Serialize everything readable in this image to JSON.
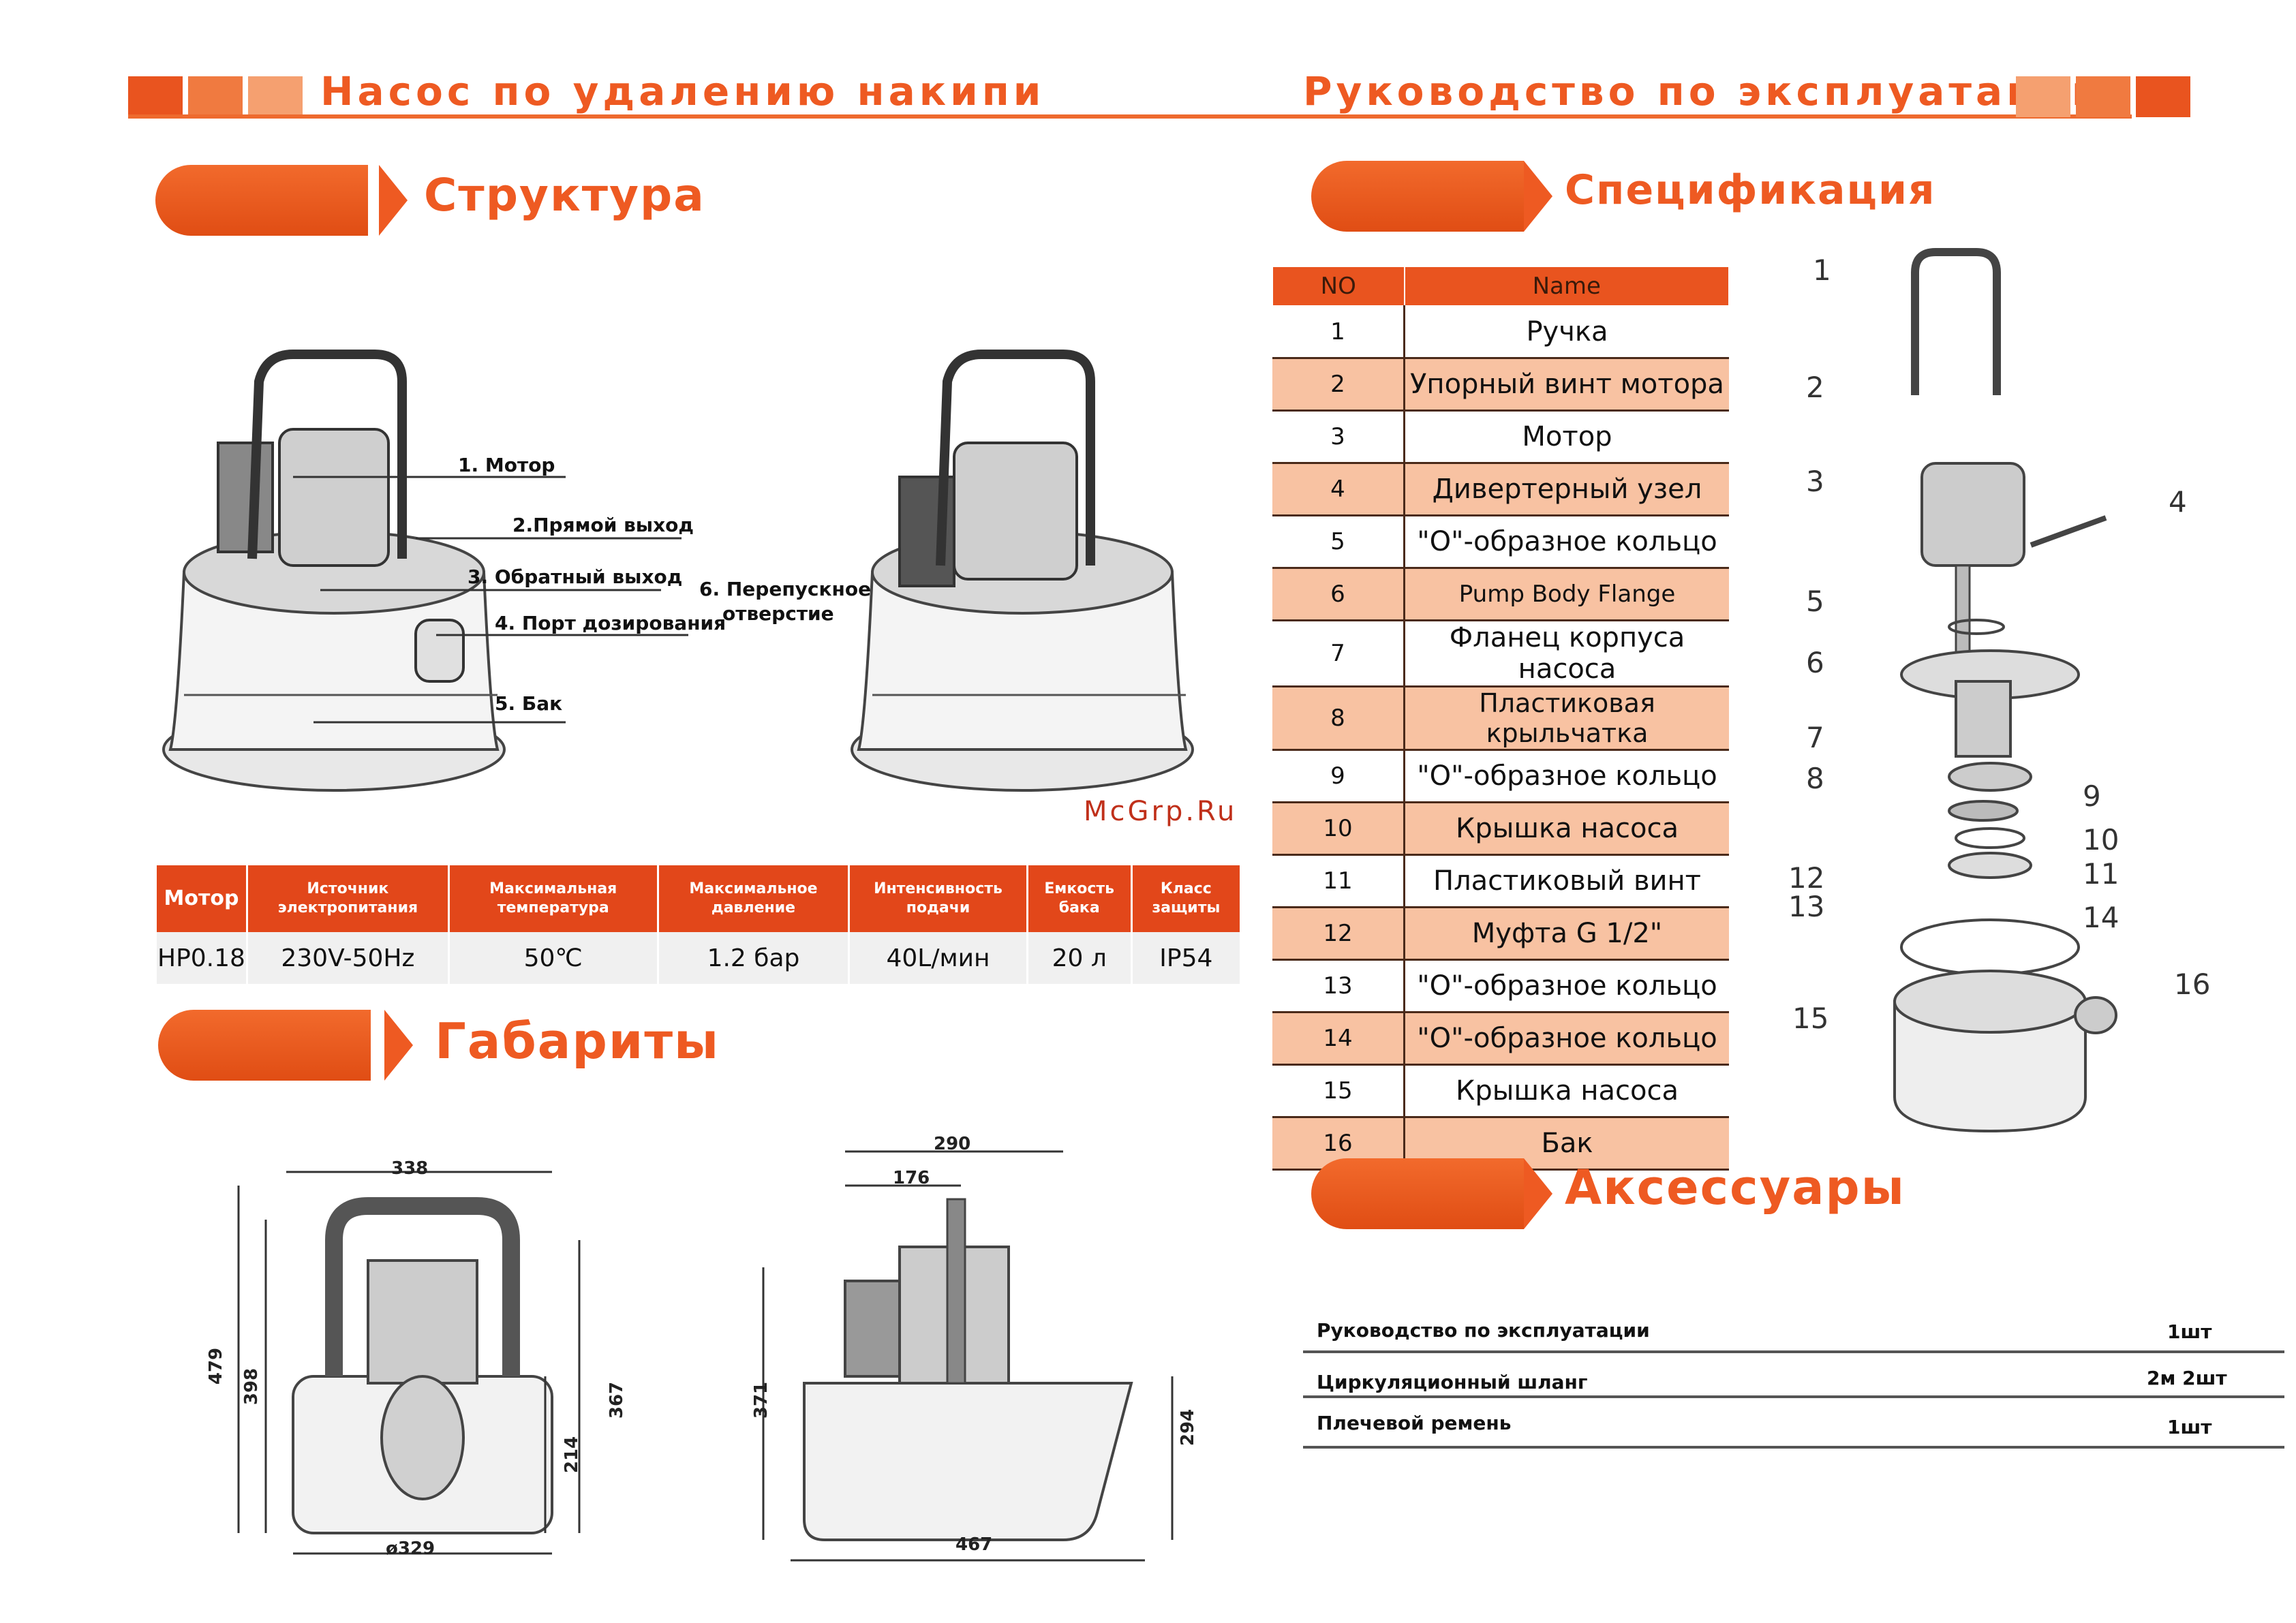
{
  "header": {
    "left_title": "Насос по удалению накипи",
    "right_title": "Руководство по эксплуатации"
  },
  "sections": {
    "structure": "Структура",
    "specification": "Спецификация",
    "dimensions": "Габариты",
    "accessories": "Аксессуары"
  },
  "structure_labels": [
    "1. Мотор",
    "2.Прямой выход",
    "3.  Обратный выход",
    "4. Порт дозирования",
    "5. Бак",
    "6. Перепускное",
    "отверстие"
  ],
  "watermark": "McGrp.Ru",
  "params_table": {
    "headers": [
      "Мотор",
      "Источник электропитания",
      "Максимальная температура",
      "Максимальное давление",
      "Интенсивность подачи",
      "Емкость бака",
      "Класс защиты"
    ],
    "values": [
      "HP0.18",
      "230V-50Hz",
      "50℃",
      "1.2 бар",
      "40L/мин",
      "20 л",
      "IP54"
    ]
  },
  "spec_table": {
    "headers": [
      "NO",
      "Name"
    ],
    "rows": [
      {
        "no": "1",
        "name": "Ручка"
      },
      {
        "no": "2",
        "name": "Упорный винт мотора"
      },
      {
        "no": "3",
        "name": "Мотор"
      },
      {
        "no": "4",
        "name": "Дивертерный узел"
      },
      {
        "no": "5",
        "name": "\"О\"-образное кольцо"
      },
      {
        "no": "6",
        "name": "Pump Body Flange"
      },
      {
        "no": "7",
        "name": "Фланец корпуса насоса"
      },
      {
        "no": "8",
        "name": "Пластиковая крыльчатка"
      },
      {
        "no": "9",
        "name": "\"О\"-образное кольцо"
      },
      {
        "no": "10",
        "name": "Крышка насоса"
      },
      {
        "no": "11",
        "name": "Пластиковый винт"
      },
      {
        "no": "12",
        "name": "Муфта G 1/2\""
      },
      {
        "no": "13",
        "name": "\"О\"-образное кольцо"
      },
      {
        "no": "14",
        "name": "\"О\"-образное кольцо"
      },
      {
        "no": "15",
        "name": "Крышка насоса"
      },
      {
        "no": "16",
        "name": "Бак"
      }
    ]
  },
  "exploded_numbers": [
    "1",
    "2",
    "3",
    "4",
    "5",
    "6",
    "7",
    "8",
    "9",
    "10",
    "11",
    "12",
    "13",
    "14",
    "15",
    "16"
  ],
  "dimensions": {
    "front": {
      "width_top": "338",
      "height_total": "479",
      "height_2": "398",
      "height_3": "367",
      "height_4": "214",
      "diameter": "ø329"
    },
    "side": {
      "width_top": "290",
      "width_2": "176",
      "height_1": "371",
      "height_2": "294",
      "width_bottom": "467"
    }
  },
  "accessories": [
    {
      "name": "Руководство по эксплуатации",
      "qty": "1шт"
    },
    {
      "name": "Циркуляционный шланг",
      "qty": "2м  2шт"
    },
    {
      "name": "Плечевой ремень",
      "qty": "1шт"
    }
  ],
  "colors": {
    "accent": "#ee5a22",
    "accent_light": "#f8c2a2",
    "table_header": "#e2471a"
  }
}
